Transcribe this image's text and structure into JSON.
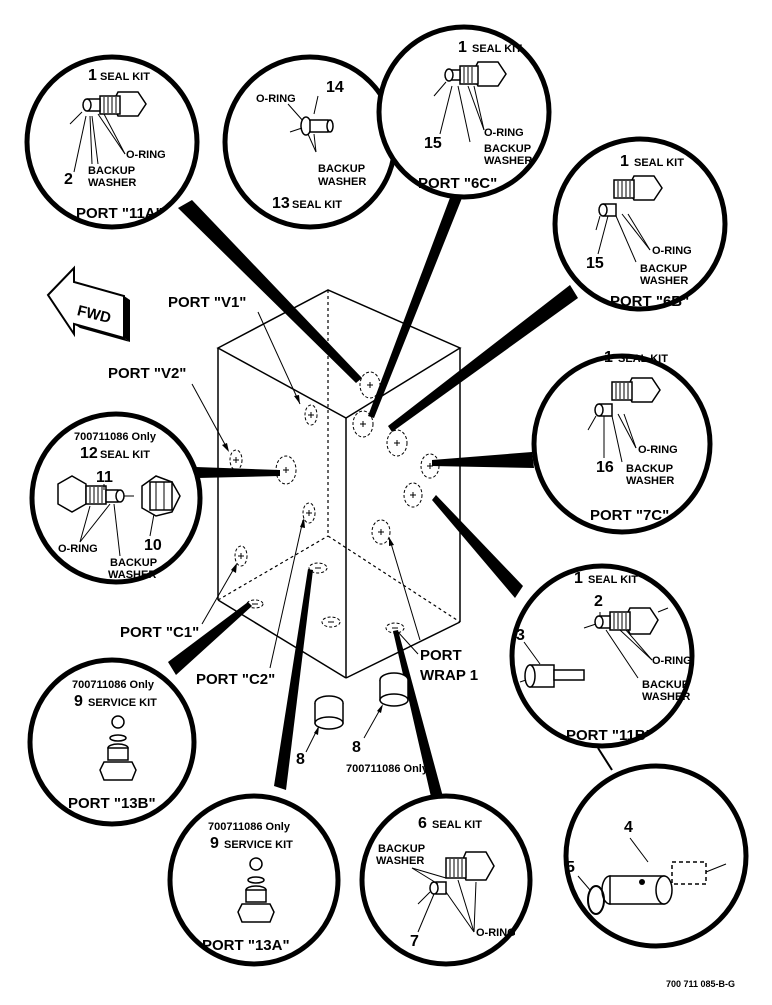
{
  "callouts": {
    "p11a": {
      "num": "1",
      "kit": "SEAL KIT",
      "oring": "O-RING",
      "backup1": "BACKUP",
      "backup2": "WASHER",
      "part": "2",
      "port": "PORT \"11A\""
    },
    "p13": {
      "num_top": "14",
      "oring": "O-RING",
      "backup1": "BACKUP",
      "backup2": "WASHER",
      "num": "13",
      "kit": "SEAL KIT"
    },
    "p6c": {
      "num": "1",
      "kit": "SEAL KIT",
      "oring": "O-RING",
      "backup1": "BACKUP",
      "backup2": "WASHER",
      "part": "15",
      "port": "PORT \"6C\""
    },
    "p6b": {
      "num": "1",
      "kit": "SEAL KIT",
      "oring": "O-RING",
      "backup1": "BACKUP",
      "backup2": "WASHER",
      "part": "15",
      "port": "PORT \"6B\""
    },
    "p7c": {
      "num": "1",
      "kit": "SEAL KIT",
      "oring": "O-RING",
      "backup1": "BACKUP",
      "backup2": "WASHER",
      "part": "16",
      "port": "PORT \"7C\""
    },
    "p12": {
      "note": "700711086 Only",
      "num": "12",
      "kit": "SEAL KIT",
      "part_a": "11",
      "part_b": "10",
      "oring": "O-RING",
      "backup1": "BACKUP",
      "backup2": "WASHER"
    },
    "p11b": {
      "num": "1",
      "kit": "SEAL KIT",
      "part_a": "2",
      "part_b": "3",
      "oring": "O-RING",
      "backup1": "BACKUP",
      "backup2": "WASHER",
      "port": "PORT \"11B\""
    },
    "p13b": {
      "note": "700711086 Only",
      "num": "9",
      "kit": "SERVICE KIT",
      "port": "PORT \"13B\""
    },
    "p13a": {
      "note": "700711086 Only",
      "num": "9",
      "kit": "SERVICE KIT",
      "port": "PORT \"13A\""
    },
    "p6": {
      "num": "6",
      "kit": "SEAL KIT",
      "backup1": "BACKUP",
      "backup2": "WASHER",
      "part": "7",
      "oring": "O-RING"
    },
    "p45": {
      "part_a": "4",
      "part_b": "5"
    }
  },
  "ports": {
    "v1": "PORT \"V1\"",
    "v2": "PORT \"V2\"",
    "c1": "PORT \"C1\"",
    "c2": "PORT \"C2\"",
    "wrap1": "PORT",
    "wrap2": "WRAP 1"
  },
  "plugs": {
    "left": "8",
    "right": "8",
    "right_note": "700711086 Only"
  },
  "fwd": "FWD",
  "drawing_id": "700 711 085-B-G"
}
